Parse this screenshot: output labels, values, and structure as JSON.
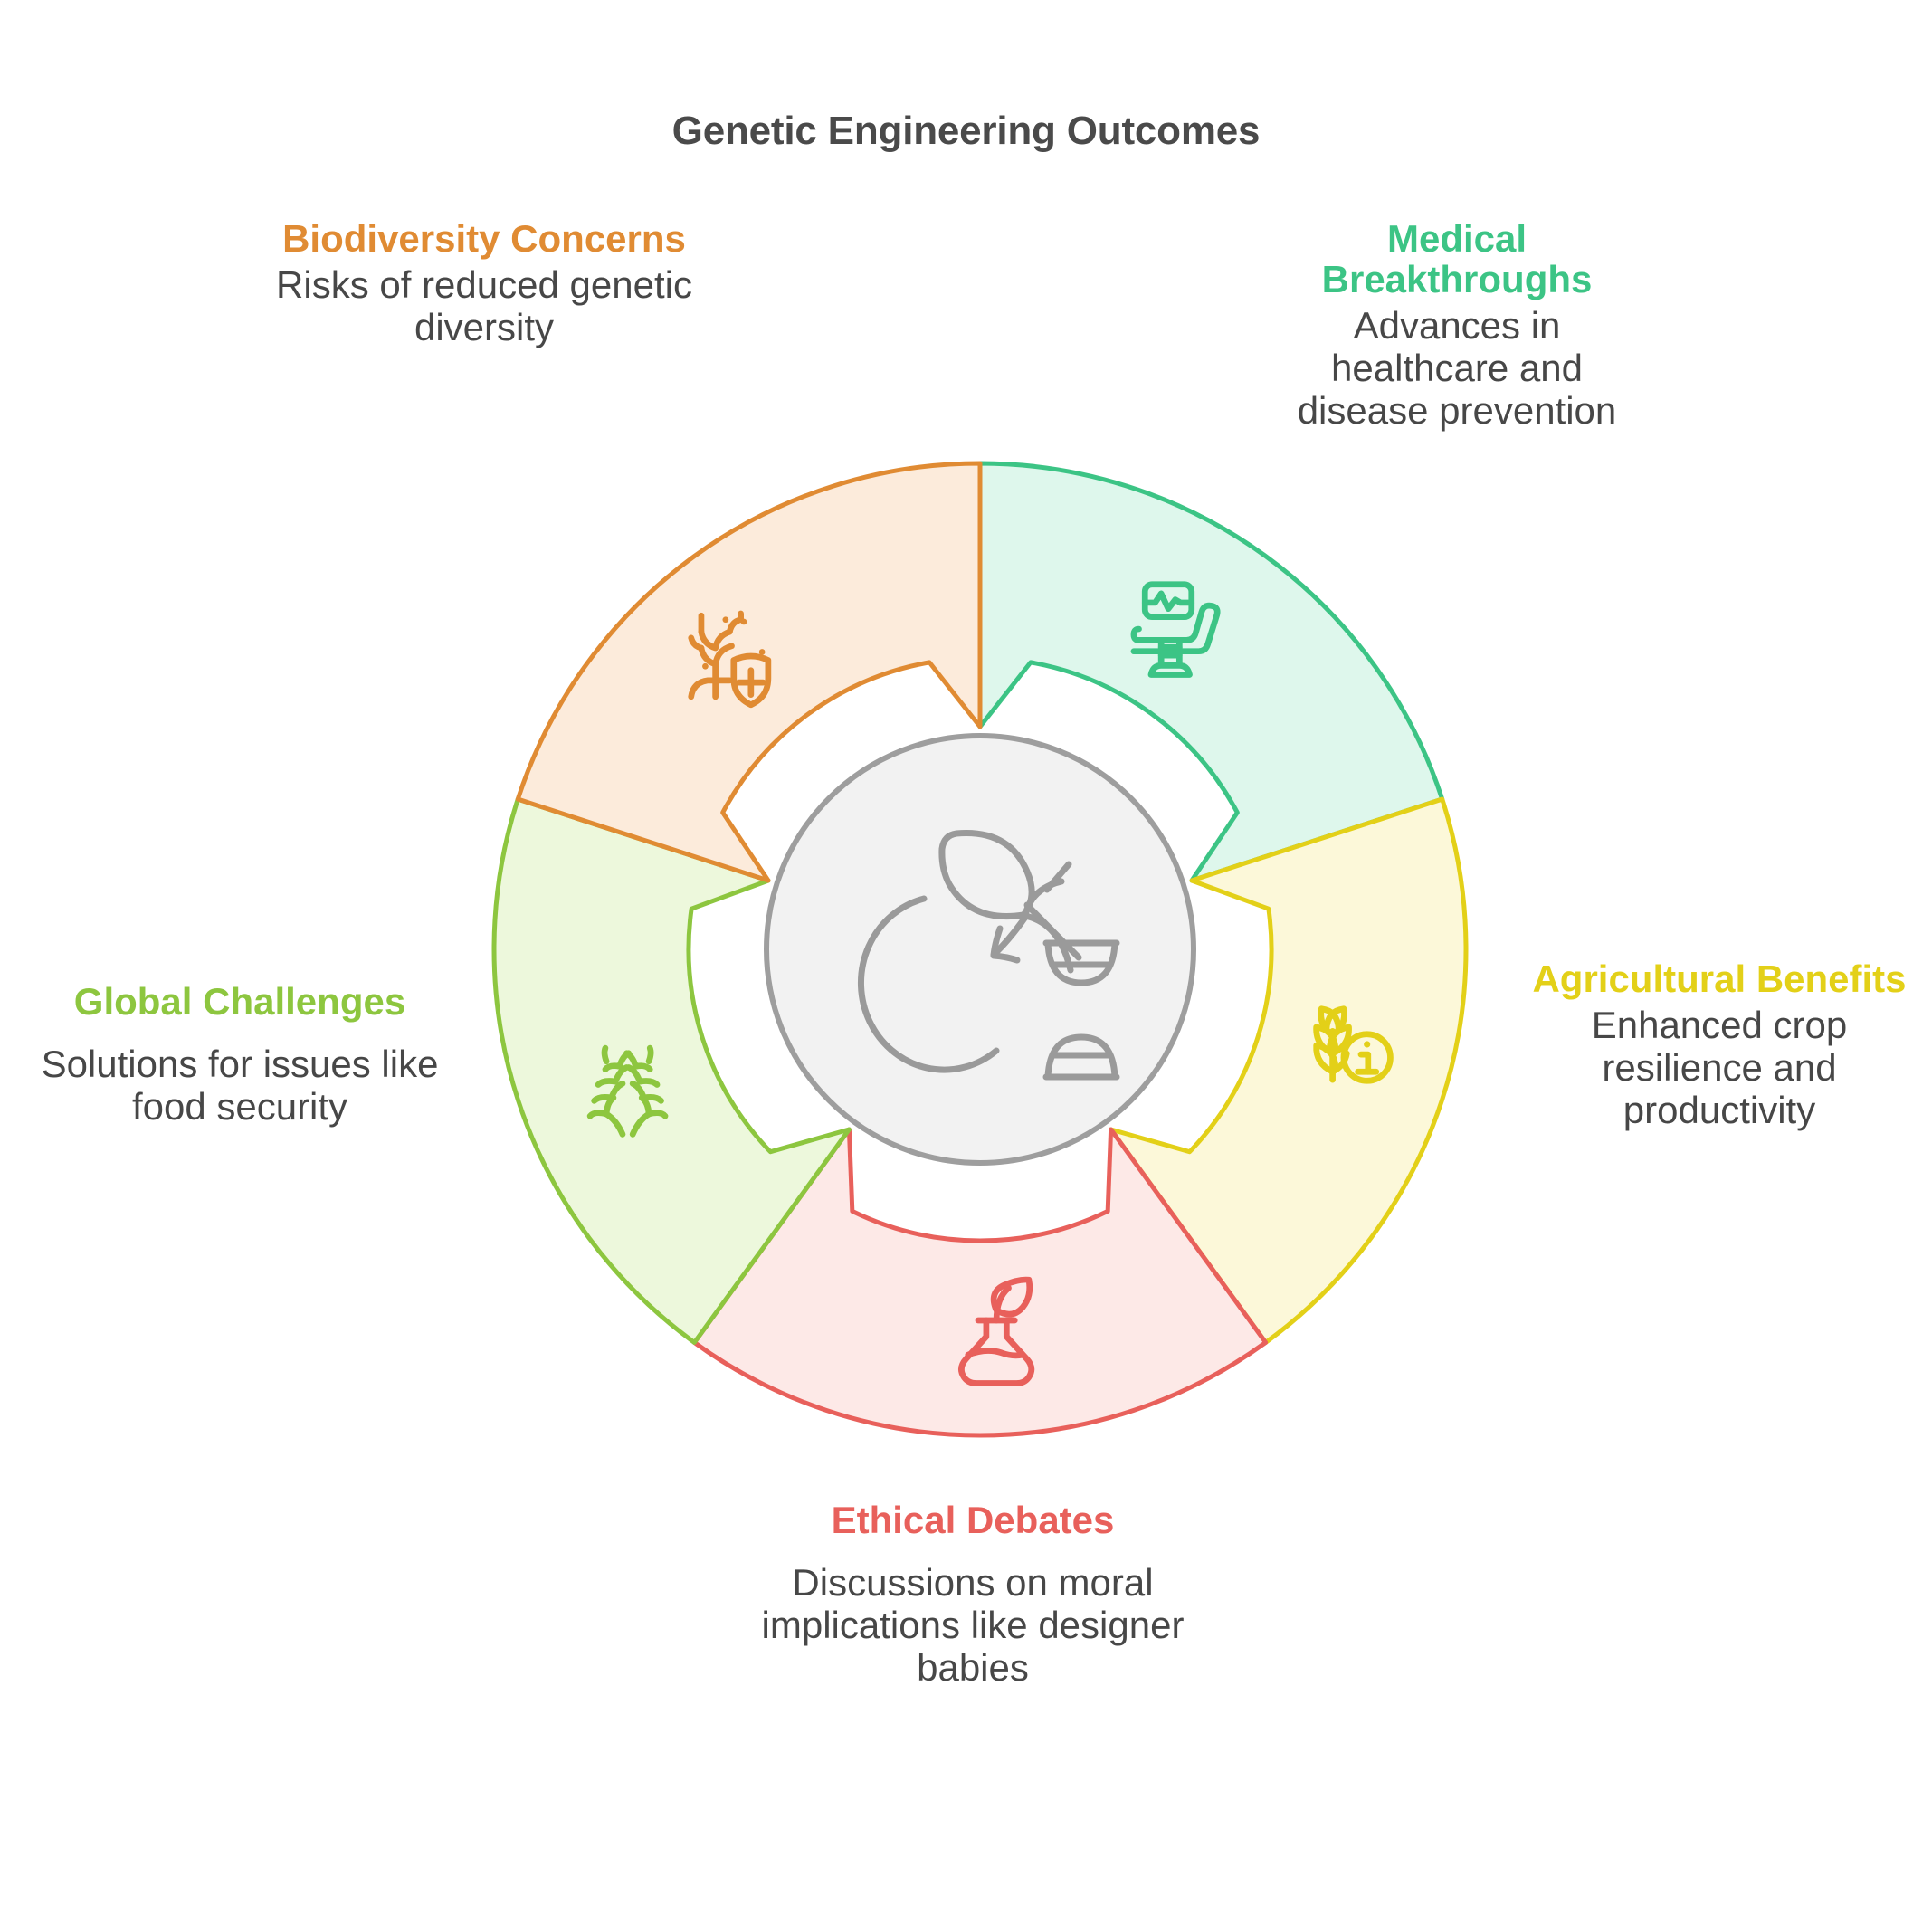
{
  "title": "Genetic Engineering Outcomes",
  "center": {
    "icon": "apple-dna-icon",
    "fill": "#f2f2f2",
    "stroke": "#9e9e9e"
  },
  "segments": [
    {
      "key": "medical",
      "title": "Medical Breakthroughs",
      "description": "Advances in healthcare and disease prevention",
      "color": "#3CC485",
      "fill": "#DEF7EC",
      "icon": "medical-chair-monitor-icon",
      "start_angle": 0,
      "end_angle": 72
    },
    {
      "key": "agricultural",
      "title": "Agricultural Benefits",
      "description": "Enhanced crop resilience and productivity",
      "color": "#E3D018",
      "fill": "#FCF8D9",
      "icon": "wheat-info-icon",
      "start_angle": 72,
      "end_angle": 144
    },
    {
      "key": "ethical",
      "title": "Ethical Debates",
      "description": "Discussions on moral implications like designer babies",
      "color": "#E8605B",
      "fill": "#FDE9E7",
      "icon": "flask-leaf-icon",
      "start_angle": 144,
      "end_angle": 216
    },
    {
      "key": "global",
      "title": "Global Challenges",
      "description": "Solutions for issues like food security",
      "color": "#8DC63F",
      "fill": "#EDF8DC",
      "icon": "laurel-branches-icon",
      "start_angle": 216,
      "end_angle": 288
    },
    {
      "key": "biodiversity",
      "title": "Biodiversity Concerns",
      "description": "Risks of reduced genetic diversity",
      "color": "#E08B33",
      "fill": "#FCEBDB",
      "icon": "tree-shield-icon",
      "start_angle": 288,
      "end_angle": 360
    }
  ],
  "chart_data": {
    "type": "pie",
    "title": "Genetic Engineering Outcomes",
    "categories": [
      "Medical Breakthroughs",
      "Agricultural Benefits",
      "Ethical Debates",
      "Global Challenges",
      "Biodiversity Concerns"
    ],
    "values": [
      20,
      20,
      20,
      20,
      20
    ],
    "colors": [
      "#3CC485",
      "#E3D018",
      "#E8605B",
      "#8DC63F",
      "#E08B33"
    ],
    "legend": "none",
    "xlabel": "",
    "ylabel": ""
  }
}
